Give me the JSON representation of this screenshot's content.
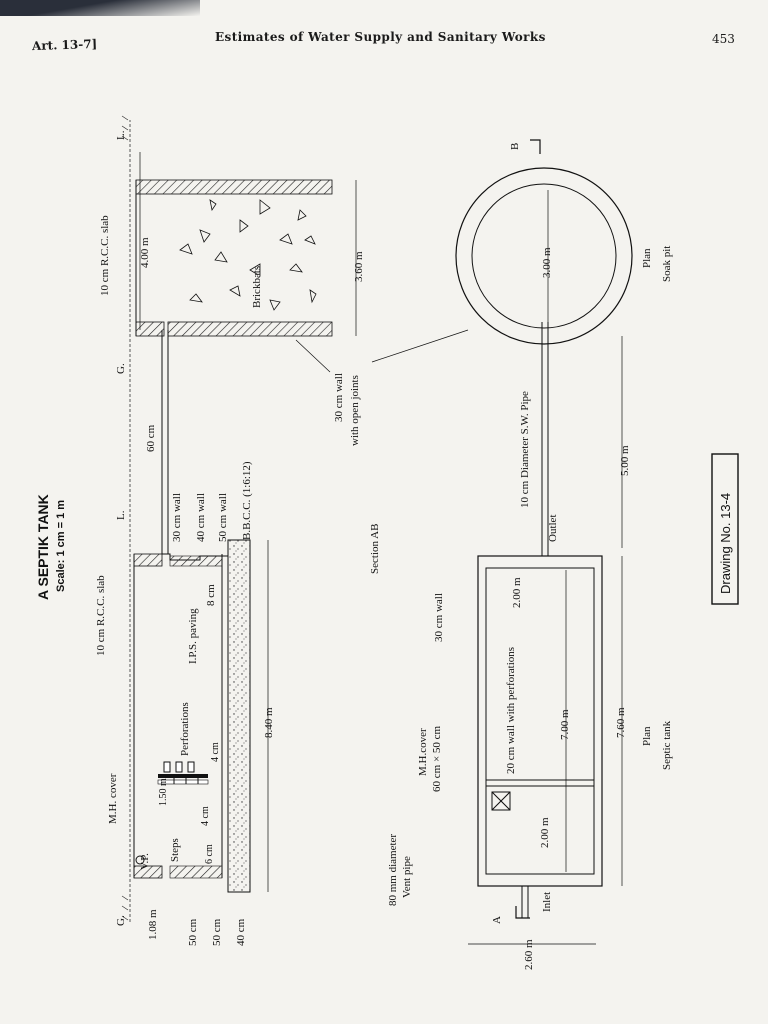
{
  "header": {
    "article": "Art. 13-7]",
    "title": "Estimates of Water Supply and Sanitary Works",
    "page_number": "453"
  },
  "drawing": {
    "title": "A SEPTIK TANK",
    "scale": "Scale: 1 cm = 1 m",
    "number": "Drawing No. 13-4"
  },
  "section": {
    "caption": "Section AB",
    "levels": {
      "g_left": "G.",
      "l_mid": "L.",
      "g_mid": "G.",
      "l_right": "L."
    },
    "rcc_slab_tank": "10 cm R.C.C. slab",
    "rcc_slab_pit": "10 cm R.C.C. slab",
    "mh_cover": "M.H. cover",
    "vp": "V.P.",
    "steps": "Steps",
    "perforations": "Perforations",
    "ips_paving": "I.P.S. paving",
    "ips_thickness": "8 cm",
    "four_cm_a": "4 cm",
    "four_cm_b": "4 cm",
    "six_cm": "6 cm",
    "one_fifty": "1.50 m",
    "depth_1": "1.08 m",
    "depth_2": "50 cm",
    "depth_3": "50 cm",
    "depth_4": "40 cm",
    "length": "8.40 m",
    "wall_30": "30 cm wall",
    "wall_40": "40 cm wall",
    "wall_50": "50 cm wall",
    "bbcc": "B.B.C.C. (1:6:12)",
    "pipe_gap": "60 cm",
    "pit_width": "4.00 m",
    "pit_depth": "3.60 m",
    "brickbats": "Brickbats",
    "open_joints_1": "30 cm wall",
    "open_joints_2": "with open joints"
  },
  "plan": {
    "vent_1": "80 mm diameter",
    "vent_2": "Vent pipe",
    "mh_1": "M.H.cover",
    "mh_2": "60 cm × 50 cm",
    "wall_30": "30 cm wall",
    "perforated_wall": "20 cm wall with perforations",
    "inlet": "Inlet",
    "outlet": "Outlet",
    "a_mark": "A",
    "b_mark": "B",
    "width_outer": "2.60 m",
    "width_inner": "2.00 m",
    "chamber_1": "2.00 m",
    "chamber_2": "7.00 m",
    "tank_length": "7.60 m",
    "pipe_label": "10 cm Diameter S.W. Pipe",
    "pipe_length": "5.00 m",
    "pit_dia": "3.00 m",
    "plan_caption_1": "Plan",
    "plan_caption_2": "Septic tank",
    "pit_caption_1": "Plan",
    "pit_caption_2": "Soak pit"
  }
}
